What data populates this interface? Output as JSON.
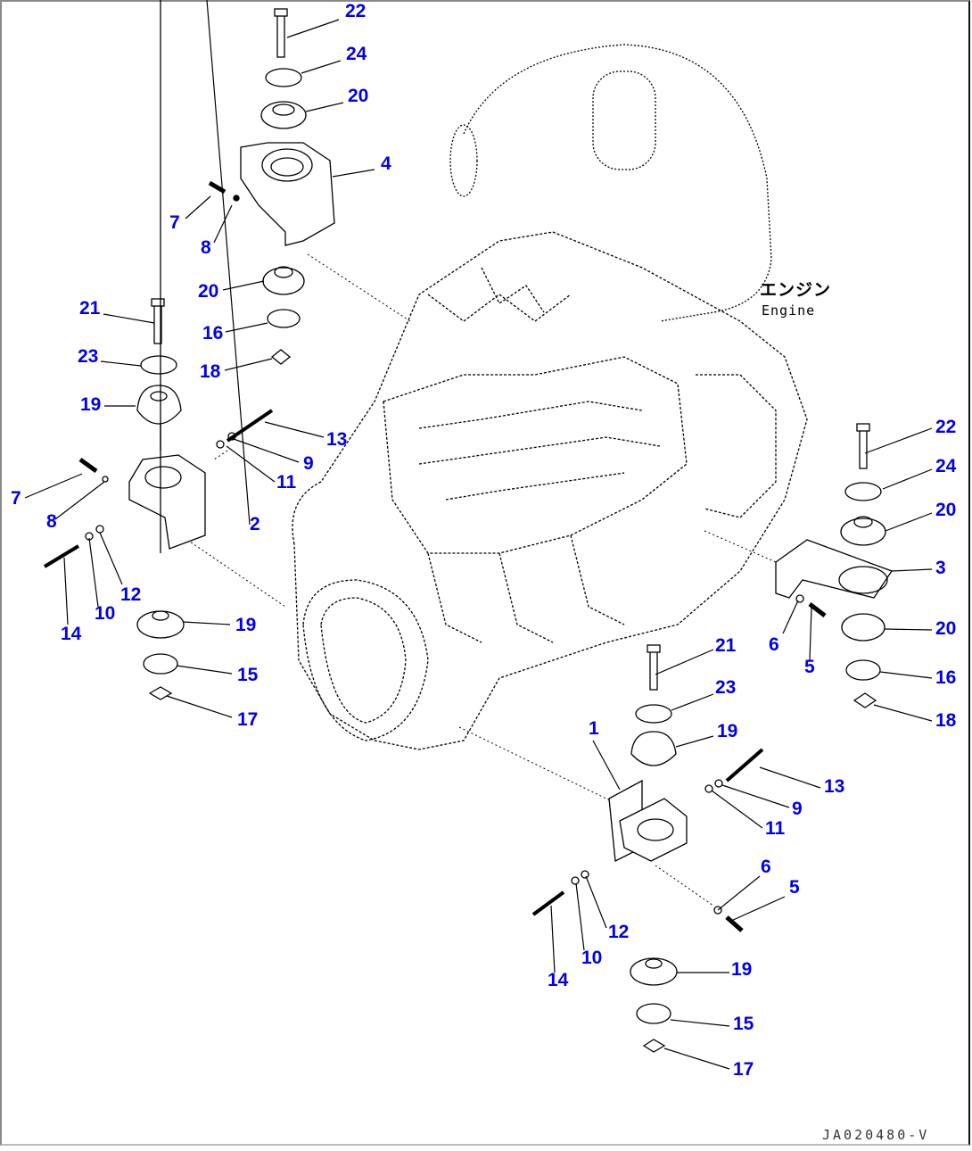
{
  "diagram": {
    "type": "exploded-parts-diagram",
    "subject": "Engine mount",
    "engine_label_jp": "エンジン",
    "engine_label_en": "Engine",
    "drawing_id": "JA020480-V",
    "callout_color": "#0000ee",
    "callouts": [
      {
        "id": "c-22-top",
        "label": "22"
      },
      {
        "id": "c-24-top",
        "label": "24"
      },
      {
        "id": "c-20-top",
        "label": "20"
      },
      {
        "id": "c-4",
        "label": "4"
      },
      {
        "id": "c-7-top",
        "label": "7"
      },
      {
        "id": "c-8-top",
        "label": "8"
      },
      {
        "id": "c-20-mid",
        "label": "20"
      },
      {
        "id": "c-16-left",
        "label": "16"
      },
      {
        "id": "c-18-left",
        "label": "18"
      },
      {
        "id": "c-21-left",
        "label": "21"
      },
      {
        "id": "c-23-left",
        "label": "23"
      },
      {
        "id": "c-19-left-top",
        "label": "19"
      },
      {
        "id": "c-13-left",
        "label": "13"
      },
      {
        "id": "c-9-left",
        "label": "9"
      },
      {
        "id": "c-11-left",
        "label": "11"
      },
      {
        "id": "c-7-left",
        "label": "7"
      },
      {
        "id": "c-8-left",
        "label": "8"
      },
      {
        "id": "c-2",
        "label": "2"
      },
      {
        "id": "c-12-left",
        "label": "12"
      },
      {
        "id": "c-10-left",
        "label": "10"
      },
      {
        "id": "c-14-left",
        "label": "14"
      },
      {
        "id": "c-19-left-bot",
        "label": "19"
      },
      {
        "id": "c-15-left",
        "label": "15"
      },
      {
        "id": "c-17-left",
        "label": "17"
      },
      {
        "id": "c-22-right",
        "label": "22"
      },
      {
        "id": "c-24-right",
        "label": "24"
      },
      {
        "id": "c-20-right-top",
        "label": "20"
      },
      {
        "id": "c-3",
        "label": "3"
      },
      {
        "id": "c-6-right",
        "label": "6"
      },
      {
        "id": "c-5-right",
        "label": "5"
      },
      {
        "id": "c-20-right-bot",
        "label": "20"
      },
      {
        "id": "c-16-right",
        "label": "16"
      },
      {
        "id": "c-18-right",
        "label": "18"
      },
      {
        "id": "c-21-bot",
        "label": "21"
      },
      {
        "id": "c-23-bot",
        "label": "23"
      },
      {
        "id": "c-1",
        "label": "1"
      },
      {
        "id": "c-19-bot-top",
        "label": "19"
      },
      {
        "id": "c-13-bot",
        "label": "13"
      },
      {
        "id": "c-9-bot",
        "label": "9"
      },
      {
        "id": "c-11-bot",
        "label": "11"
      },
      {
        "id": "c-6-bot",
        "label": "6"
      },
      {
        "id": "c-5-bot",
        "label": "5"
      },
      {
        "id": "c-12-bot",
        "label": "12"
      },
      {
        "id": "c-10-bot",
        "label": "10"
      },
      {
        "id": "c-14-bot",
        "label": "14"
      },
      {
        "id": "c-19-bot-bot",
        "label": "19"
      },
      {
        "id": "c-15-bot",
        "label": "15"
      },
      {
        "id": "c-17-bot",
        "label": "17"
      }
    ]
  }
}
